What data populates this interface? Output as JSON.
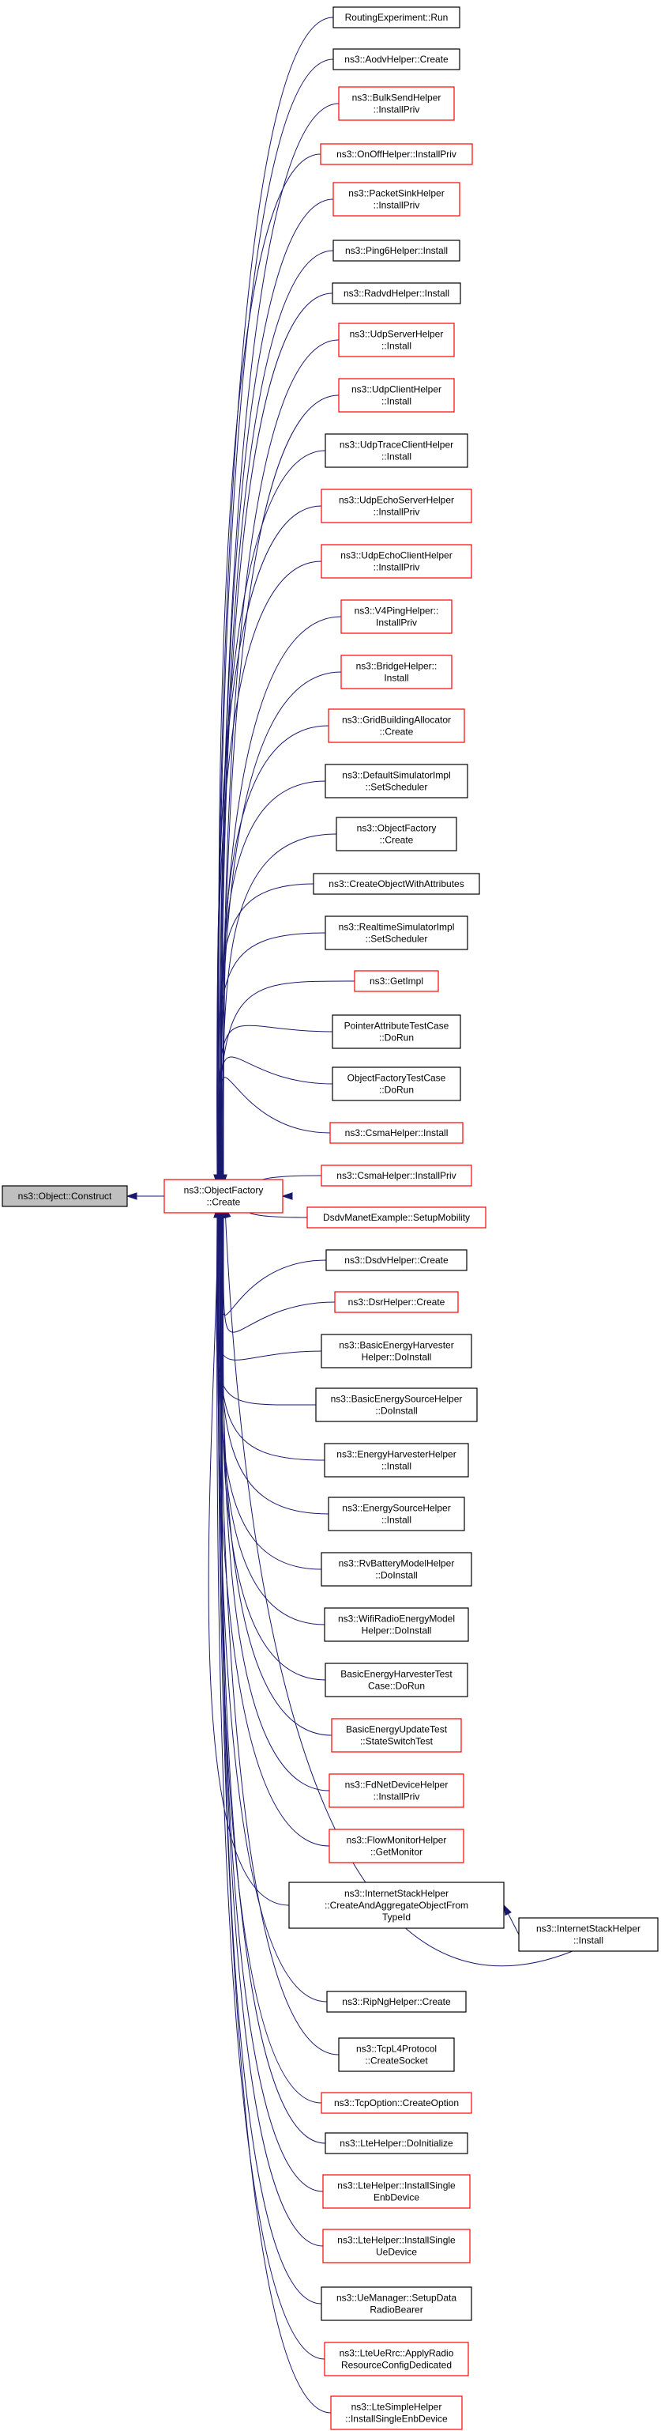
{
  "colors": {
    "edge": "#191970",
    "node_border_black": "#000000",
    "node_border_red": "#ff0000",
    "focus_node_fill": "#bfbfbf"
  },
  "nodes": {
    "construct": {
      "lines": [
        "ns3::Object::Construct"
      ],
      "border": "black",
      "focus": true
    },
    "create": {
      "lines": [
        "ns3::ObjectFactory",
        "::Create"
      ],
      "border": "red"
    },
    "inet_install": {
      "lines": [
        "ns3::InternetStackHelper",
        "::Install"
      ],
      "border": "black"
    },
    "callers": [
      {
        "lines": [
          "RoutingExperiment::Run"
        ],
        "border": "black"
      },
      {
        "lines": [
          "ns3::AodvHelper::Create"
        ],
        "border": "black"
      },
      {
        "lines": [
          "ns3::BulkSendHelper",
          "::InstallPriv"
        ],
        "border": "red"
      },
      {
        "lines": [
          "ns3::OnOffHelper::InstallPriv"
        ],
        "border": "red"
      },
      {
        "lines": [
          "ns3::PacketSinkHelper",
          "::InstallPriv"
        ],
        "border": "red"
      },
      {
        "lines": [
          "ns3::Ping6Helper::Install"
        ],
        "border": "black"
      },
      {
        "lines": [
          "ns3::RadvdHelper::Install"
        ],
        "border": "black"
      },
      {
        "lines": [
          "ns3::UdpServerHelper",
          "::Install"
        ],
        "border": "red"
      },
      {
        "lines": [
          "ns3::UdpClientHelper",
          "::Install"
        ],
        "border": "red"
      },
      {
        "lines": [
          "ns3::UdpTraceClientHelper",
          "::Install"
        ],
        "border": "black"
      },
      {
        "lines": [
          "ns3::UdpEchoServerHelper",
          "::InstallPriv"
        ],
        "border": "red"
      },
      {
        "lines": [
          "ns3::UdpEchoClientHelper",
          "::InstallPriv"
        ],
        "border": "red"
      },
      {
        "lines": [
          "ns3::V4PingHelper::",
          "InstallPriv"
        ],
        "border": "red"
      },
      {
        "lines": [
          "ns3::BridgeHelper::",
          "Install"
        ],
        "border": "red"
      },
      {
        "lines": [
          "ns3::GridBuildingAllocator",
          "::Create"
        ],
        "border": "red"
      },
      {
        "lines": [
          "ns3::DefaultSimulatorImpl",
          "::SetScheduler"
        ],
        "border": "black"
      },
      {
        "lines": [
          "ns3::ObjectFactory",
          "::Create"
        ],
        "border": "black"
      },
      {
        "lines": [
          "ns3::CreateObjectWithAttributes"
        ],
        "border": "black"
      },
      {
        "lines": [
          "ns3::RealtimeSimulatorImpl",
          "::SetScheduler"
        ],
        "border": "black"
      },
      {
        "lines": [
          "ns3::GetImpl"
        ],
        "border": "red"
      },
      {
        "lines": [
          "PointerAttributeTestCase",
          "::DoRun"
        ],
        "border": "black"
      },
      {
        "lines": [
          "ObjectFactoryTestCase",
          "::DoRun"
        ],
        "border": "black"
      },
      {
        "lines": [
          "ns3::CsmaHelper::Install"
        ],
        "border": "red"
      },
      {
        "lines": [
          "ns3::CsmaHelper::InstallPriv"
        ],
        "border": "red"
      },
      {
        "lines": [
          "DsdvManetExample::SetupMobility"
        ],
        "border": "red"
      },
      {
        "lines": [
          "ns3::DsdvHelper::Create"
        ],
        "border": "black"
      },
      {
        "lines": [
          "ns3::DsrHelper::Create"
        ],
        "border": "red"
      },
      {
        "lines": [
          "ns3::BasicEnergyHarvester",
          "Helper::DoInstall"
        ],
        "border": "black"
      },
      {
        "lines": [
          "ns3::BasicEnergySourceHelper",
          "::DoInstall"
        ],
        "border": "black"
      },
      {
        "lines": [
          "ns3::EnergyHarvesterHelper",
          "::Install"
        ],
        "border": "black"
      },
      {
        "lines": [
          "ns3::EnergySourceHelper",
          "::Install"
        ],
        "border": "black"
      },
      {
        "lines": [
          "ns3::RvBatteryModelHelper",
          "::DoInstall"
        ],
        "border": "black"
      },
      {
        "lines": [
          "ns3::WifiRadioEnergyModel",
          "Helper::DoInstall"
        ],
        "border": "black"
      },
      {
        "lines": [
          "BasicEnergyHarvesterTest",
          "Case::DoRun"
        ],
        "border": "black"
      },
      {
        "lines": [
          "BasicEnergyUpdateTest",
          "::StateSwitchTest"
        ],
        "border": "red"
      },
      {
        "lines": [
          "ns3::FdNetDeviceHelper",
          "::InstallPriv"
        ],
        "border": "red"
      },
      {
        "lines": [
          "ns3::FlowMonitorHelper",
          "::GetMonitor"
        ],
        "border": "red"
      },
      {
        "lines": [
          "ns3::InternetStackHelper",
          "::CreateAndAggregateObjectFrom",
          "TypeId"
        ],
        "border": "black"
      },
      {
        "lines": [
          "ns3::RipNgHelper::Create"
        ],
        "border": "black"
      },
      {
        "lines": [
          "ns3::TcpL4Protocol",
          "::CreateSocket"
        ],
        "border": "black"
      },
      {
        "lines": [
          "ns3::TcpOption::CreateOption"
        ],
        "border": "red"
      },
      {
        "lines": [
          "ns3::LteHelper::DoInitialize"
        ],
        "border": "black"
      },
      {
        "lines": [
          "ns3::LteHelper::InstallSingle",
          "EnbDevice"
        ],
        "border": "red"
      },
      {
        "lines": [
          "ns3::LteHelper::InstallSingle",
          "UeDevice"
        ],
        "border": "red"
      },
      {
        "lines": [
          "ns3::UeManager::SetupData",
          "RadioBearer"
        ],
        "border": "black"
      },
      {
        "lines": [
          "ns3::LteUeRrc::ApplyRadio",
          "ResourceConfigDedicated"
        ],
        "border": "red"
      },
      {
        "lines": [
          "ns3::LteSimpleHelper",
          "::InstallSingleEnbDevice"
        ],
        "border": "red"
      }
    ]
  }
}
